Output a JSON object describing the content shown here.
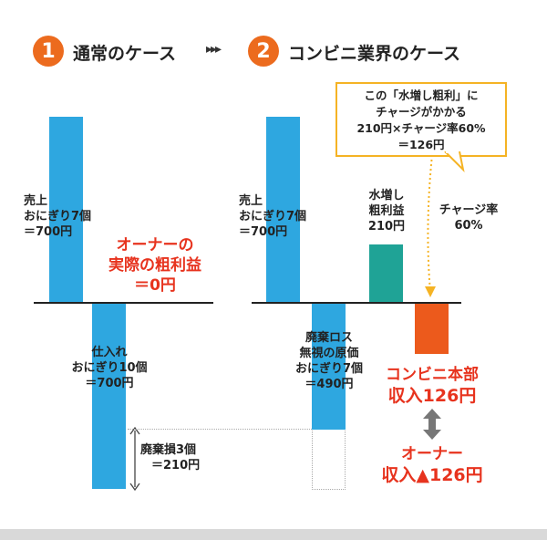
{
  "section1": {
    "number": "1",
    "title": "通常のケース"
  },
  "arrow_symbol": "▸▸▸",
  "section2": {
    "number": "2",
    "title": "コンビニ業界のケース"
  },
  "left": {
    "sales": [
      "売上",
      "おにぎり7個",
      "＝700円"
    ],
    "purchase": [
      "仕入れ",
      "おにぎり10個",
      "＝700円"
    ],
    "waste": [
      "廃棄損3個",
      "＝210円"
    ],
    "owner_profit": [
      "オーナーの",
      "実際の粗利益",
      "＝0円"
    ]
  },
  "right": {
    "sales": [
      "売上",
      "おにぎり7個",
      "＝700円"
    ],
    "inflated_profit": [
      "水増し",
      "粗利益",
      "210円"
    ],
    "charge_rate": [
      "チャージ率",
      "60%"
    ],
    "waste_loss": [
      "廃棄ロス",
      "無視の原価",
      "おにぎり7個",
      "＝490円"
    ],
    "callout": [
      "この「水増し粗利」に",
      "チャージがかかる",
      "210円×チャージ率60%",
      "＝126円"
    ],
    "hq_income": [
      "コンビニ本部",
      "収入126円"
    ],
    "owner_income": [
      "オーナー",
      "収入▲126円"
    ]
  },
  "colors": {
    "blue": "#2ea7e0",
    "green": "#1fa396",
    "orange": "#ec5a1c",
    "red": "#e7331e",
    "callout_border": "#f5b324"
  }
}
